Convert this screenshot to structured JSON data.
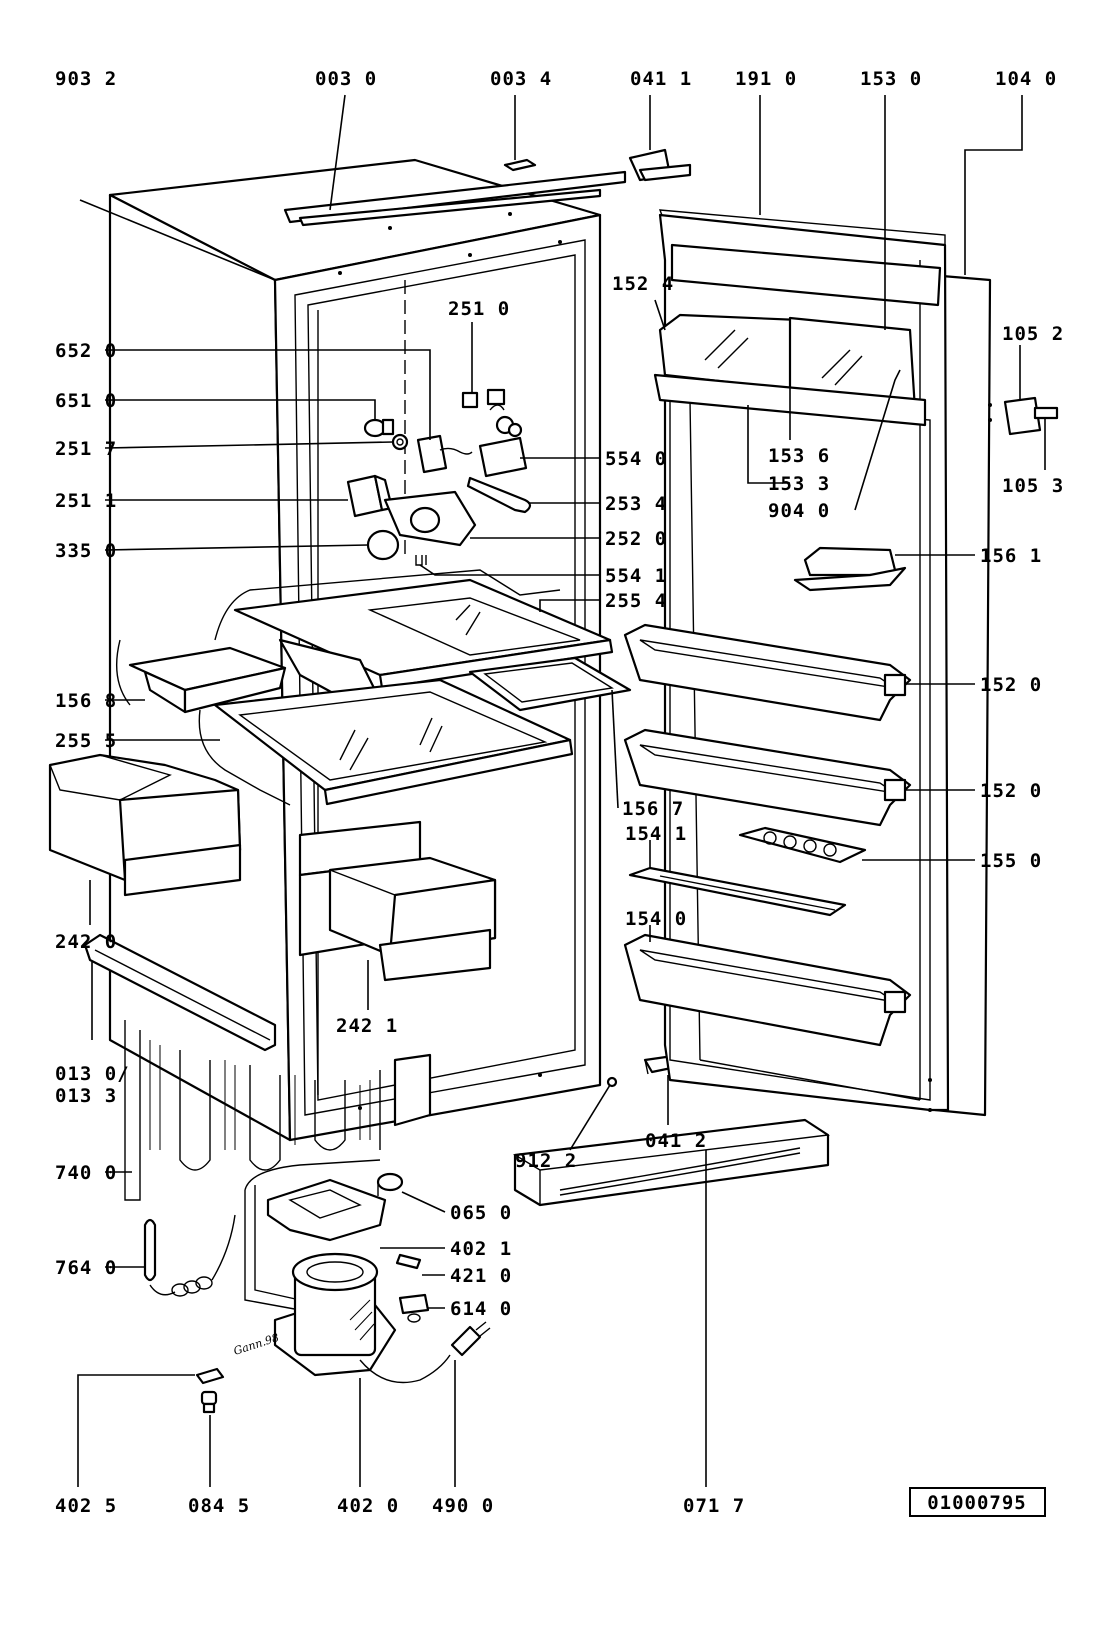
{
  "labels": {
    "l9032": "903 2",
    "l0030": "003 0",
    "l0034": "003 4",
    "l0411": "041 1",
    "l1910": "191 0",
    "l1530": "153 0",
    "l1040": "104 0",
    "l1524": "152 4",
    "l2510": "251 0",
    "l6520": "652 0",
    "l6510": "651 0",
    "l2517": "251 7",
    "l2511": "251 1",
    "l3350": "335 0",
    "l5540": "554 0",
    "l2534": "253 4",
    "l2520": "252 0",
    "l5541": "554 1",
    "l2554": "255 4",
    "l1052": "105 2",
    "l1053": "105 3",
    "l1536": "153 6",
    "l1533": "153 3",
    "l9040": "904 0",
    "l1561": "156 1",
    "l1520a": "152 0",
    "l1520b": "152 0",
    "l1568": "156 8",
    "l2555": "255 5",
    "l1567": "156 7",
    "l1541": "154 1",
    "l1550": "155 0",
    "l2420": "242 0",
    "l1540": "154 0",
    "l2421": "242 1",
    "l0130": "013 0/",
    "l0133": "013 3",
    "l9122": "912 2",
    "l0412": "041 2",
    "l7400": "740 0",
    "l0650": "065 0",
    "l4021": "402 1",
    "l4210": "421 0",
    "l7640": "764 0",
    "l6140": "614 0",
    "l4025": "402 5",
    "l0845": "084 5",
    "l4020": "402 0",
    "l4900": "490 0",
    "l0717": "071 7"
  },
  "reference_number": "01000795",
  "signature": "Gann.98"
}
